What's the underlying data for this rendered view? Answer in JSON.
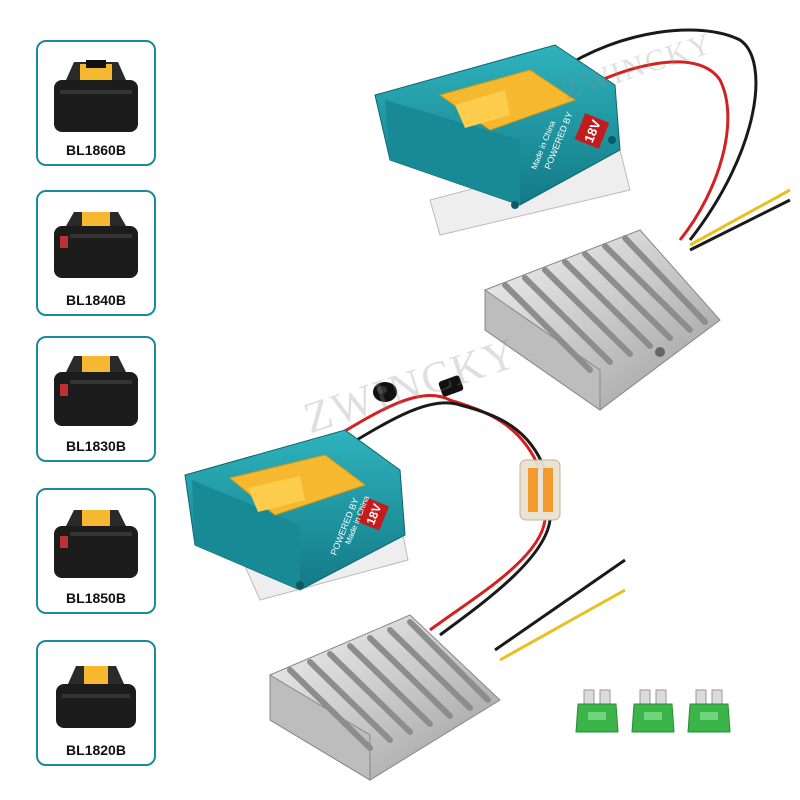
{
  "batteries": [
    {
      "model": "BL1860B"
    },
    {
      "model": "BL1840B"
    },
    {
      "model": "BL1830B"
    },
    {
      "model": "BL1850B"
    },
    {
      "model": "BL1820B"
    }
  ],
  "adapter": {
    "voltage_label": "18V",
    "brand_line": "POWERED BY",
    "origin_line": "Made in China"
  },
  "watermark": {
    "text": "ZWINCKY"
  },
  "colors": {
    "card_border": "#1a8a9a",
    "adapter_teal": "#1f9aa6",
    "adapter_yellow": "#f5b82e",
    "battery_black": "#1c1c1c",
    "wire_red": "#d42020",
    "wire_yellow": "#e8c020",
    "fuse_green": "#3bb54a"
  },
  "icons": [
    "battery-pack-icon",
    "battery-adapter-icon",
    "heatsink-converter-icon",
    "blade-fuse-icon",
    "rocker-switch-icon"
  ]
}
